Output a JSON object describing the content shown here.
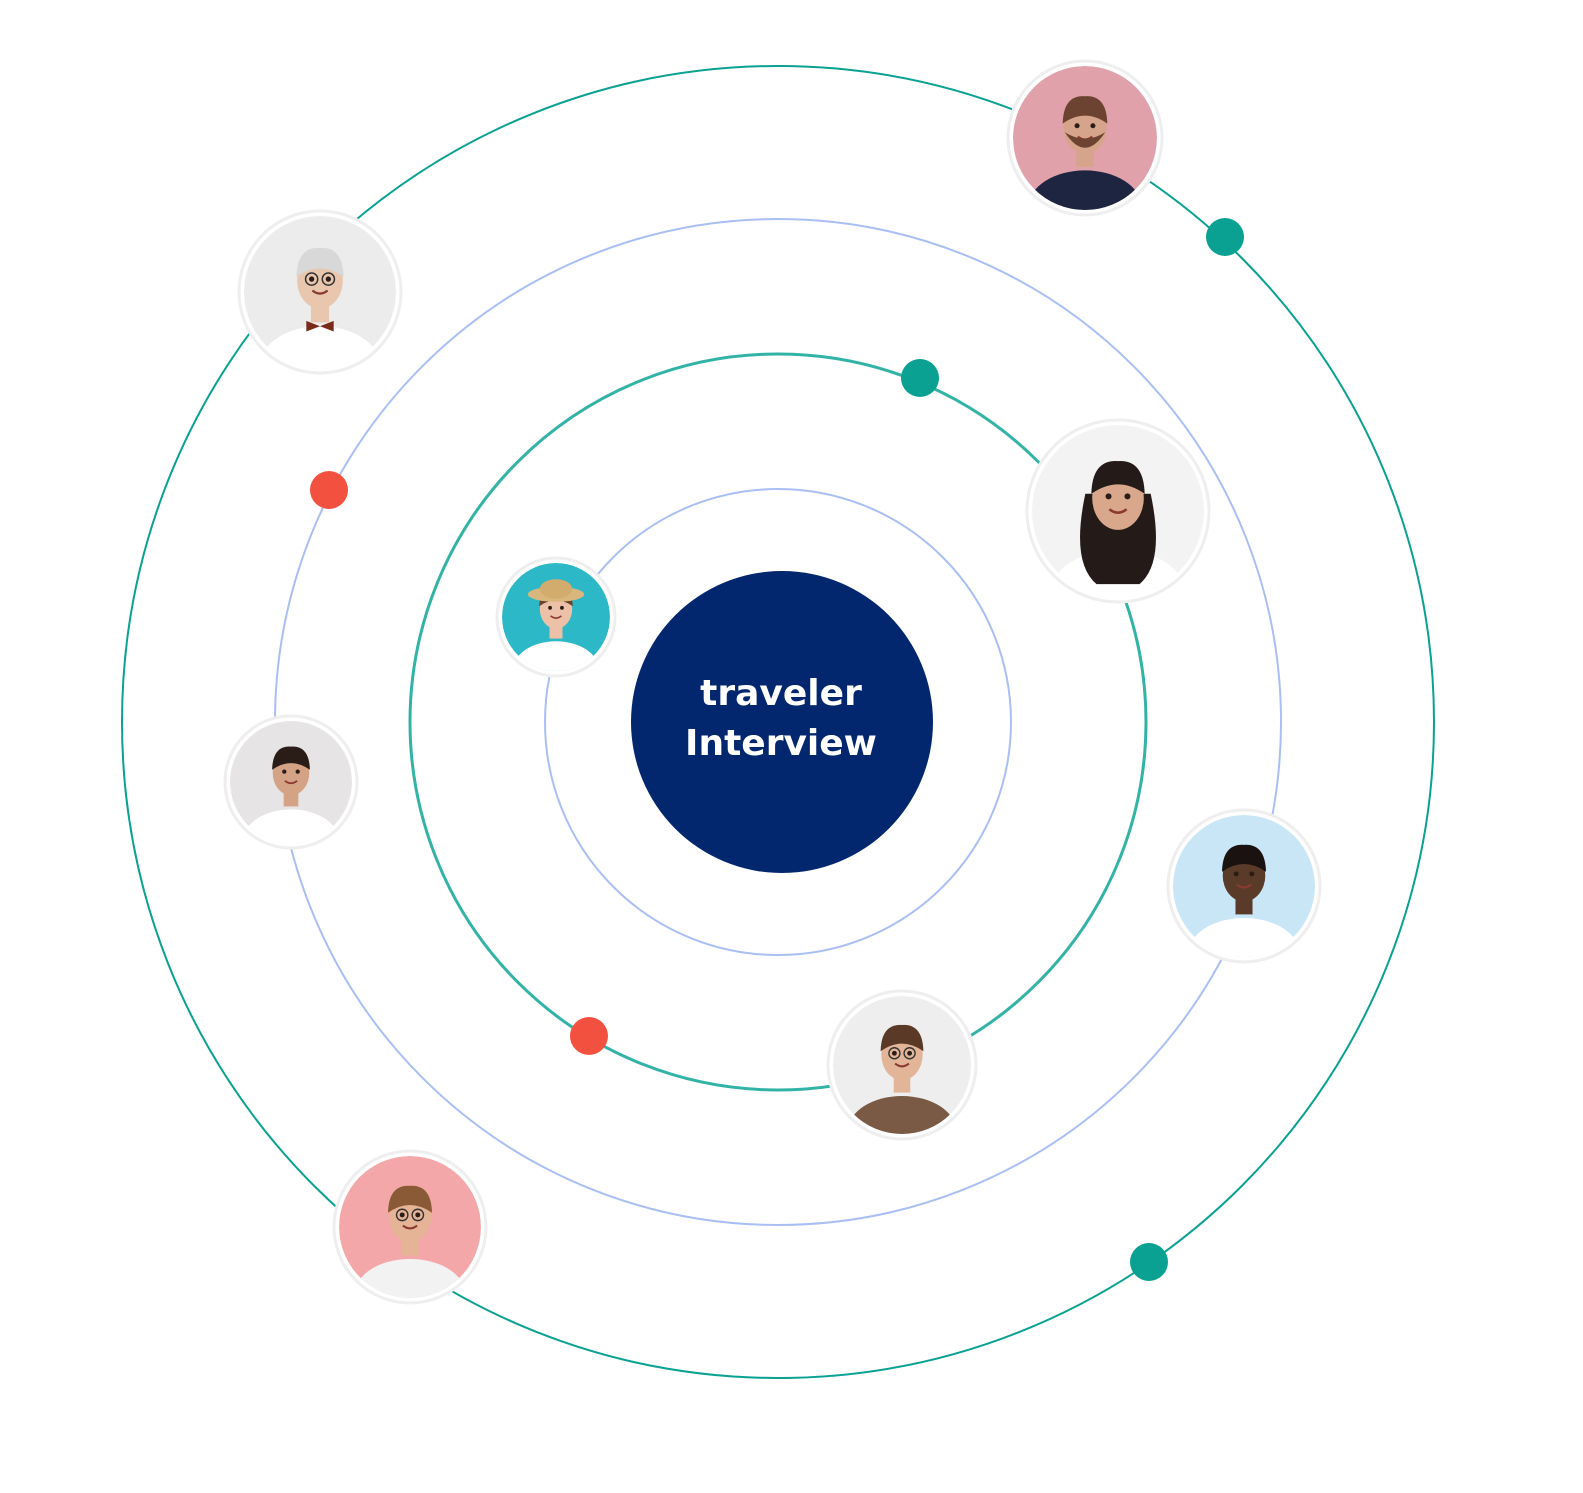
{
  "center": {
    "line1": "traveler",
    "line2": "Interview"
  },
  "colors": {
    "center_fill": "#03276e",
    "ring_teal": "#33b3a6",
    "ring_blue": "#a9bff4",
    "dot_teal": "#0aa192",
    "dot_red": "#f35140",
    "avatar_border": "#eeeeee"
  },
  "avatars": [
    {
      "name": "older-man-bowtie",
      "bg": "#ececec",
      "shirt": "#ffffff",
      "skin": "#e9c7ae",
      "hair": "#d8d8d8",
      "accessory": "bowtie"
    },
    {
      "name": "bearded-man",
      "bg": "#e1a1aa",
      "shirt": "#1d2540",
      "skin": "#d5a48a",
      "hair": "#6b4330",
      "accessory": "beard"
    },
    {
      "name": "woman-straw-hat",
      "bg": "#2cb8c6",
      "shirt": "#ffffff",
      "skin": "#edc0a8",
      "hair": "#6a4330",
      "accessory": "hat"
    },
    {
      "name": "woman-long-hair",
      "bg": "#f3f3f3",
      "shirt": "#ffffff",
      "skin": "#d8a78c",
      "hair": "#241a17",
      "accessory": "longhair"
    },
    {
      "name": "young-man-white-tee",
      "bg": "#e6e4e4",
      "shirt": "#ffffff",
      "skin": "#d4a386",
      "hair": "#2a1c16",
      "accessory": "none"
    },
    {
      "name": "man-blue-background",
      "bg": "#c9e6f7",
      "shirt": "#ffffff",
      "skin": "#5a3b2a",
      "hair": "#1a1210",
      "accessory": "none"
    },
    {
      "name": "man-plaid-shirt",
      "bg": "#eeeeee",
      "shirt": "#7a5a44",
      "skin": "#e2b598",
      "hair": "#5a3a26",
      "accessory": "glasses"
    },
    {
      "name": "man-striped-shirt",
      "bg": "#f4a7a9",
      "shirt": "#f2f2f2",
      "skin": "#e5b396",
      "hair": "#8a5a36",
      "accessory": "glasses"
    }
  ]
}
